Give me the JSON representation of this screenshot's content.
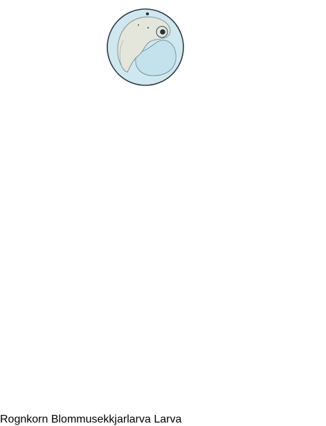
{
  "stages": [
    {
      "id": "egg",
      "label": "Rognkorn"
    },
    {
      "id": "yolk",
      "label": "Blommusekkjarlarva"
    },
    {
      "id": "larva",
      "label": "Larva"
    }
  ],
  "colors": {
    "egg_fill": "#cfe7ee",
    "egg_outline": "#2f3a40",
    "yolk_fill": "#d2eaf2",
    "body_fill": "#e6e6dc",
    "fin_fill": "#8fd0dd",
    "larva_fill": "#a9d8d0",
    "larva_back": "#bfe4dc",
    "arrow_fill": "#8fb9d6",
    "arrow_outline": "#4a7fa6",
    "eye_iris": "#c8793a"
  },
  "icons": {
    "arrow_1": "down-arrow-icon",
    "arrow_2": "down-arrow-icon"
  }
}
